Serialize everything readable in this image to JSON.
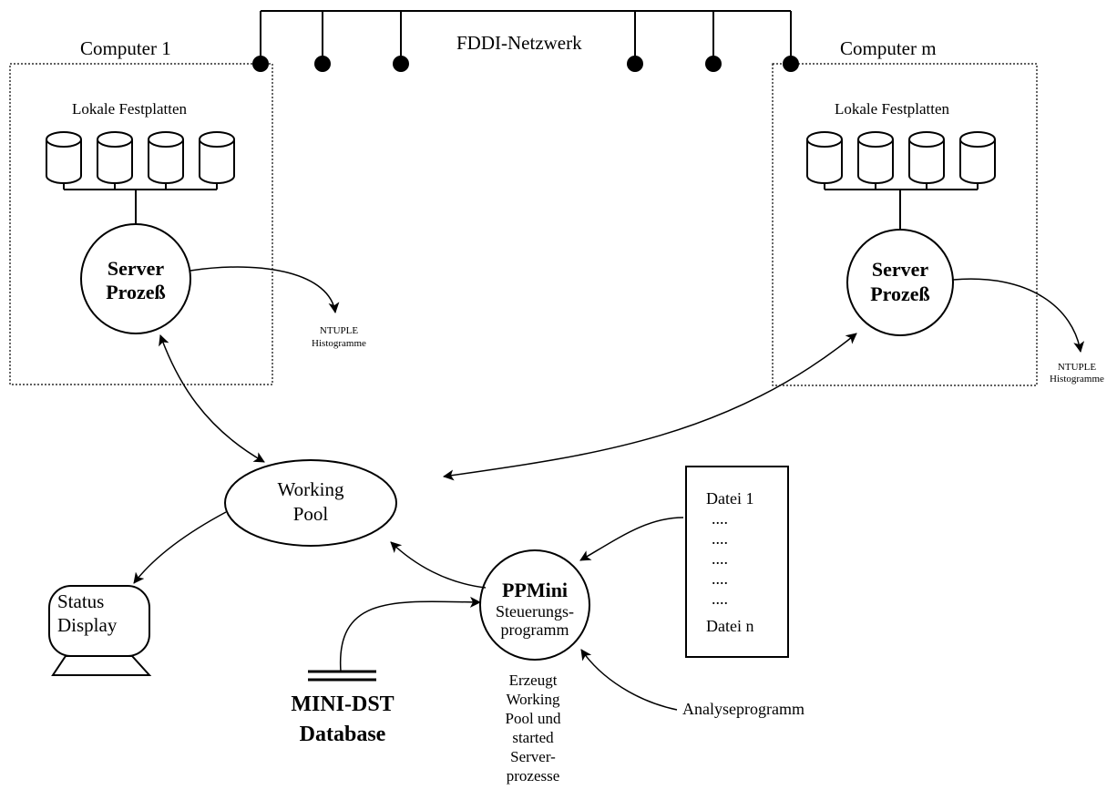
{
  "network": {
    "label": "FDDI-Netzwerk"
  },
  "computer1": {
    "title": "Computer 1",
    "disks_label": "Lokale Festplatten",
    "server_line1": "Server",
    "server_line2": "Prozeß",
    "output_line1": "NTUPLE",
    "output_line2": "Histogramme"
  },
  "computerm": {
    "title": "Computer m",
    "disks_label": "Lokale Festplatten",
    "server_line1": "Server",
    "server_line2": "Prozeß",
    "output_line1": "NTUPLE",
    "output_line2": "Histogramme"
  },
  "working_pool": {
    "line1": "Working",
    "line2": "Pool"
  },
  "status_display": {
    "line1": "Status",
    "line2": "Display"
  },
  "ppmini": {
    "title": "PPMini",
    "line1": "Steuerungs-",
    "line2": "programm"
  },
  "ppmini_note": [
    "Erzeugt",
    "Working",
    "Pool und",
    "started",
    "Server-",
    "prozesse"
  ],
  "file_list": [
    "Datei 1",
    "....",
    "....",
    "....",
    "....",
    "....",
    "Datei n"
  ],
  "database": {
    "line1": "MINI-DST",
    "line2": "Database"
  },
  "analysis": {
    "label": "Analyseprogramm"
  }
}
